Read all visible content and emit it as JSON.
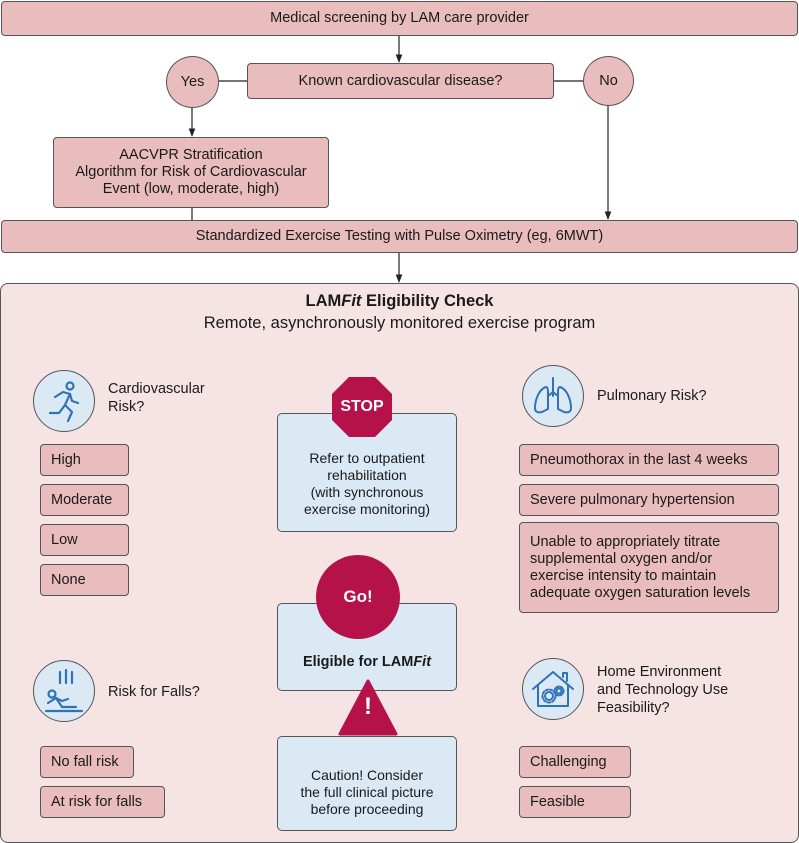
{
  "top": {
    "screening": "Medical screening by LAM care provider",
    "cvd_question": "Known cardiovascular disease?",
    "yes": "Yes",
    "no": "No",
    "aacvpr": "AACVPR Stratification\nAlgorithm for Risk of Cardiovascular\nEvent (low, moderate, high)",
    "exercise_testing": "Standardized Exercise Testing with Pulse Oximetry (eg, 6MWT)"
  },
  "panel": {
    "title_prefix": "LAM",
    "title_italic": "Fit",
    "title_suffix": " Eligibility Check",
    "subtitle": "Remote, asynchronously monitored exercise program"
  },
  "cardio": {
    "label": "Cardiovascular\nRisk?",
    "options": [
      "High",
      "Moderate",
      "Low",
      "None"
    ]
  },
  "falls": {
    "label": "Risk for Falls?",
    "options": [
      "No fall risk",
      "At risk for falls"
    ]
  },
  "pulmonary": {
    "label": "Pulmonary Risk?",
    "options": [
      "Pneumothorax in the last 4 weeks",
      "Severe pulmonary hypertension",
      "Unable to appropriately titrate\nsupplemental oxygen and/or\nexercise intensity to maintain\nadequate oxygen saturation levels"
    ]
  },
  "home": {
    "label": "Home Environment\nand Technology Use\nFeasibility?",
    "options": [
      "Challenging",
      "Feasible"
    ]
  },
  "outcomes": {
    "stop_badge": "STOP",
    "refer": "Refer to outpatient\nrehabilitation\n(with synchronous\nexercise monitoring)",
    "go_badge": "Go!",
    "eligible_prefix": "Eligible for LAM",
    "eligible_italic": "Fit",
    "caution_badge": "!",
    "caution": "Caution! Consider\nthe full clinical picture\nbefore proceeding"
  },
  "icons": {
    "cardio": "running-person-icon",
    "pulmonary": "lungs-icon",
    "falls": "falling-person-icon",
    "home": "house-gears-icon"
  },
  "colors": {
    "box_fill": "#e9bcbd",
    "panel_fill": "#f6e3e4",
    "outcome_fill": "#dbe9f5",
    "badge": "#b5124a",
    "icon_stroke": "#2e73b5"
  }
}
